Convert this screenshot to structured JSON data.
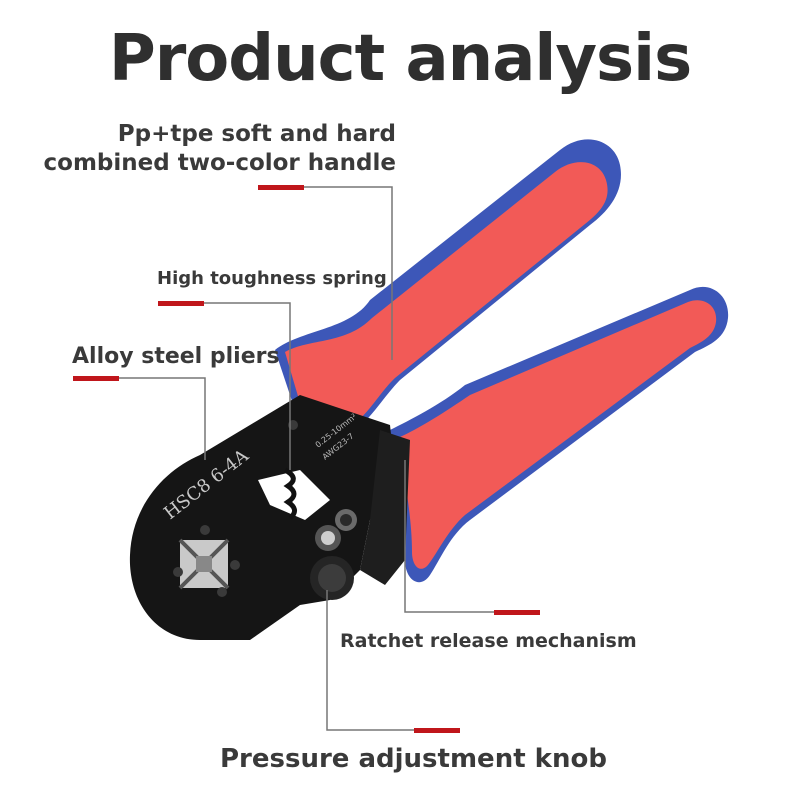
{
  "title": "Product analysis",
  "callouts": {
    "handle": "Pp+tpe soft and hard combined two-color handle",
    "spring": "High toughness spring",
    "jaw": "Alloy steel pliers",
    "ratchet": "Ratchet release mechanism",
    "knob": "Pressure adjustment knob"
  },
  "engraving": {
    "model": "HSC8 6-4A",
    "range": "0.25-10mm²",
    "awg": "AWG23-7"
  },
  "colors": {
    "handle_red": "#f25a57",
    "handle_blue": "#3d57b8",
    "body_black": "#151515",
    "accent_red": "#c0161b"
  }
}
